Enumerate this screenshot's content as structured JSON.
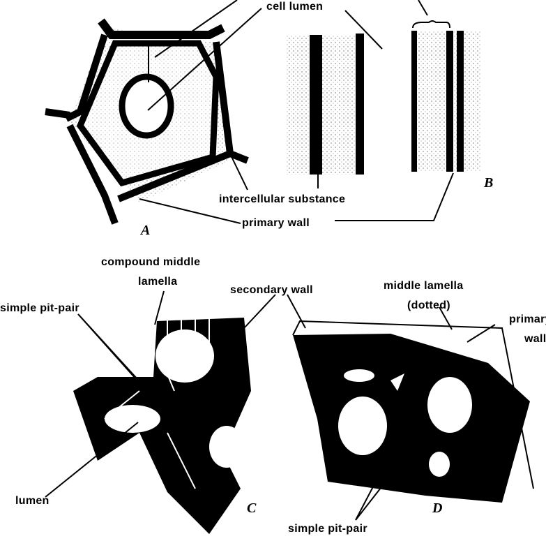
{
  "figure": {
    "panels": {
      "a": "A",
      "b": "B",
      "c": "C",
      "d": "D"
    },
    "labels": {
      "cell_lumen": "cell lumen",
      "intercellular_substance": "intercellular substance",
      "primary_wall_top": "primary wall",
      "compound_middle_lamella_1": "compound middle",
      "compound_middle_lamella_2": "lamella",
      "secondary_wall": "secondary wall",
      "simple_pit_pair_left": "simple pit-pair",
      "middle_lamella_1": "middle lamella",
      "middle_lamella_2": "(dotted)",
      "primary_wall_right_1": "primary",
      "primary_wall_right_2": "wall",
      "lumen": "lumen",
      "simple_pit_pair_bottom": "simple pit-pair"
    }
  }
}
